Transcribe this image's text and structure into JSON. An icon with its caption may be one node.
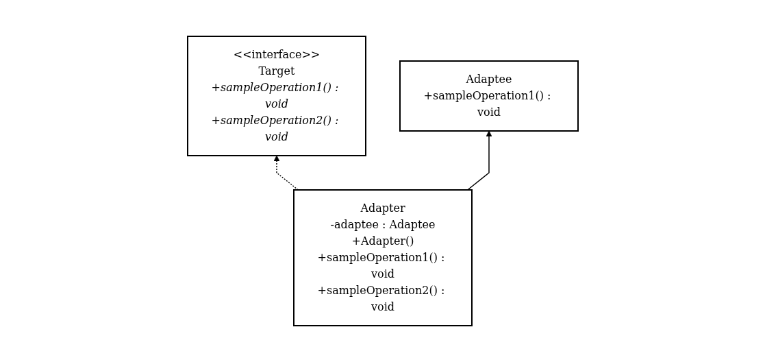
{
  "diagram": {
    "nodes": [
      {
        "text": [
          "<<interface>>",
          "Target",
          "+sampleOperation1() : void",
          "+sampleOperation2() : void"
        ]
      },
      {
        "text": [
          "Adaptee",
          "+sampleOperation1() : void"
        ]
      },
      {
        "text": [
          "Adapter",
          "-adaptee : Adaptee",
          "+Adapter()",
          "+sampleOperation1() : void",
          "+sampleOperation2() : void"
        ]
      }
    ],
    "edges": [
      {
        "from": 2,
        "to": 0,
        "arrow": "to",
        "style": "dashed"
      },
      {
        "from": 2,
        "to": 1,
        "arrow": "to"
      }
    ]
  }
}
